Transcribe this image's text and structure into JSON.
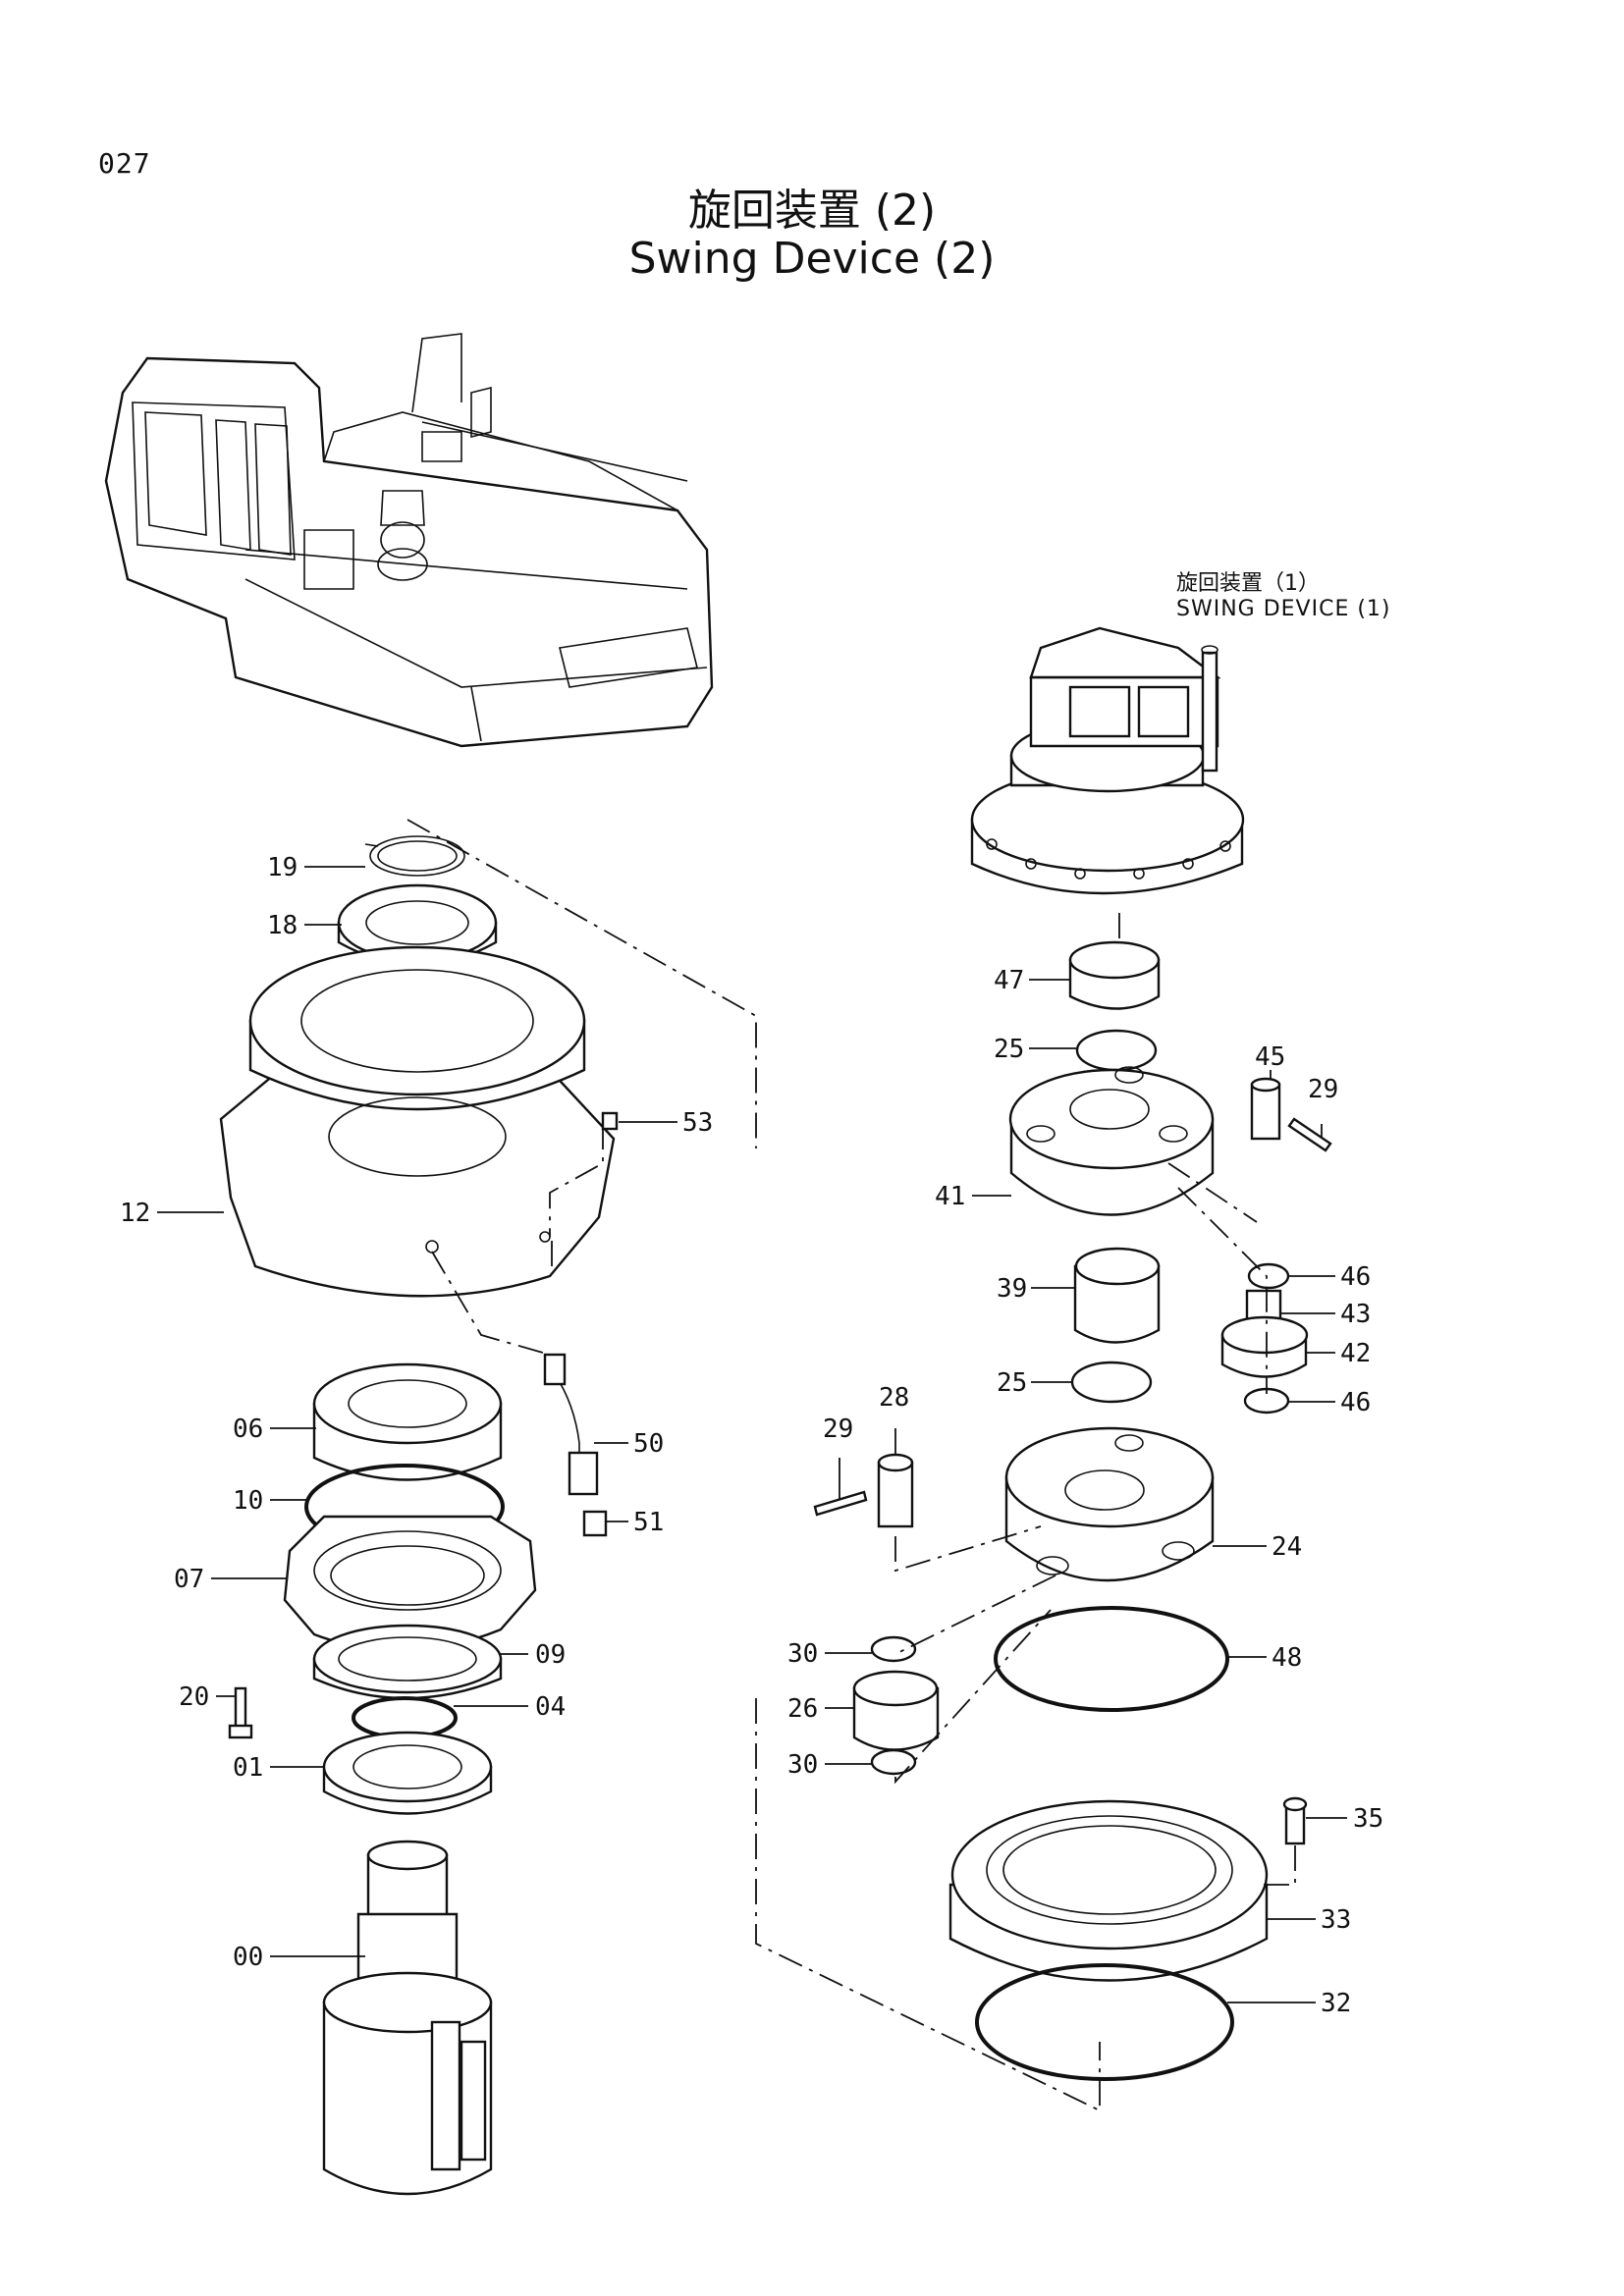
{
  "page_number": "027",
  "title_jp": "旋回装置 (2)",
  "title_en": "Swing Device (2)",
  "reference": {
    "label_jp": "旋回装置（1）",
    "label_en": "SWING DEVICE (1)"
  },
  "icons": {
    "machine": "excavator-overview-icon",
    "assembly": "swing-device-exploded-view"
  },
  "parts": [
    {
      "id": "19",
      "name": "part-19"
    },
    {
      "id": "18",
      "name": "part-18"
    },
    {
      "id": "53",
      "name": "part-53"
    },
    {
      "id": "12",
      "name": "part-12"
    },
    {
      "id": "06",
      "name": "part-06"
    },
    {
      "id": "50",
      "name": "part-50"
    },
    {
      "id": "10",
      "name": "part-10"
    },
    {
      "id": "51",
      "name": "part-51"
    },
    {
      "id": "07",
      "name": "part-07"
    },
    {
      "id": "09",
      "name": "part-09"
    },
    {
      "id": "20",
      "name": "part-20"
    },
    {
      "id": "04",
      "name": "part-04"
    },
    {
      "id": "01",
      "name": "part-01"
    },
    {
      "id": "00",
      "name": "part-00"
    },
    {
      "id": "47",
      "name": "part-47"
    },
    {
      "id": "25",
      "name": "part-25-upper"
    },
    {
      "id": "45",
      "name": "part-45"
    },
    {
      "id": "29",
      "name": "part-29-upper"
    },
    {
      "id": "41",
      "name": "part-41"
    },
    {
      "id": "46",
      "name": "part-46-upper"
    },
    {
      "id": "39",
      "name": "part-39"
    },
    {
      "id": "43",
      "name": "part-43"
    },
    {
      "id": "42",
      "name": "part-42"
    },
    {
      "id": "25",
      "name": "part-25-lower"
    },
    {
      "id": "46",
      "name": "part-46-lower"
    },
    {
      "id": "28",
      "name": "part-28"
    },
    {
      "id": "29",
      "name": "part-29-lower"
    },
    {
      "id": "24",
      "name": "part-24"
    },
    {
      "id": "48",
      "name": "part-48"
    },
    {
      "id": "30",
      "name": "part-30-upper"
    },
    {
      "id": "26",
      "name": "part-26"
    },
    {
      "id": "30",
      "name": "part-30-lower"
    },
    {
      "id": "35",
      "name": "part-35"
    },
    {
      "id": "33",
      "name": "part-33"
    },
    {
      "id": "32",
      "name": "part-32"
    }
  ]
}
